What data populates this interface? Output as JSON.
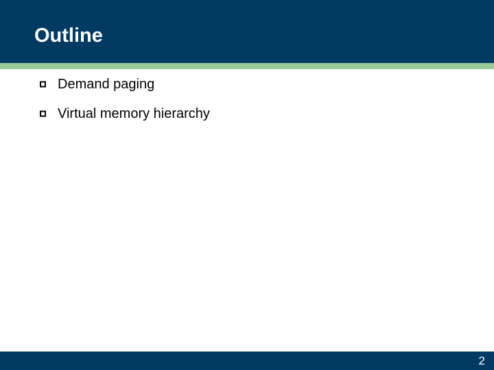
{
  "slide": {
    "title": "Outline",
    "page_number": "2",
    "colors": {
      "header_navy": "#013a63",
      "accent_green": "#9ccb9a",
      "body_background": "#ffffff",
      "title_text": "#ffffff",
      "body_text": "#000000",
      "footer_navy": "#013a63",
      "page_number_text": "#ffffff"
    },
    "bullets": [
      {
        "marker": "hollow-square-bullet-icon",
        "text": "Demand paging"
      },
      {
        "marker": "hollow-square-bullet-icon",
        "text": "Virtual memory hierarchy"
      }
    ]
  }
}
